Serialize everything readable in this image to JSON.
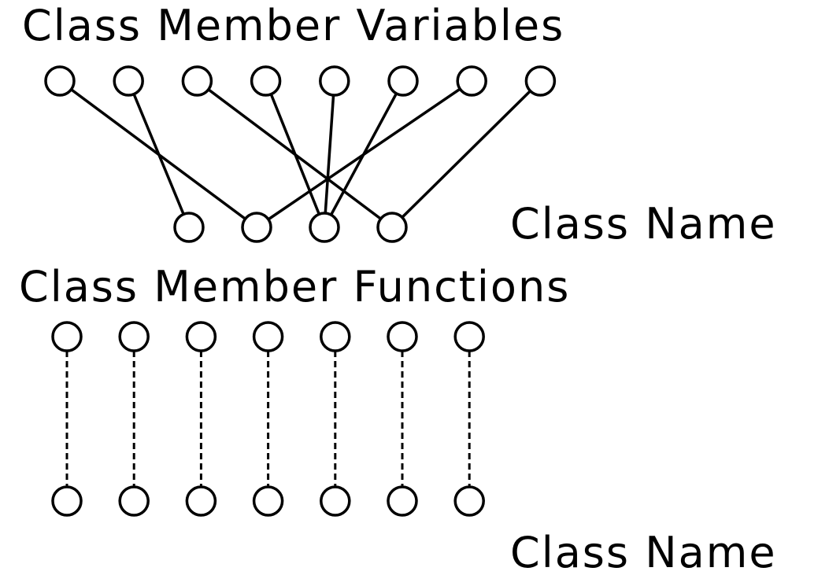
{
  "labels": {
    "member_variables": "Class Member Variables",
    "class_name_top": "Class Name",
    "member_functions": "Class Member Functions",
    "class_name_bottom": "Class Name"
  },
  "colors": {
    "ink": "#000000",
    "background": "#ffffff"
  },
  "graph_top": {
    "variable_count": 8,
    "name_count": 4,
    "edges": [
      [
        0,
        1
      ],
      [
        1,
        0
      ],
      [
        2,
        3
      ],
      [
        3,
        2
      ],
      [
        4,
        2
      ],
      [
        5,
        2
      ],
      [
        6,
        1
      ],
      [
        7,
        3
      ]
    ],
    "edge_style": "solid"
  },
  "graph_bottom": {
    "function_count": 7,
    "name_count": 7,
    "edges": [
      [
        0,
        0
      ],
      [
        1,
        1
      ],
      [
        2,
        2
      ],
      [
        3,
        3
      ],
      [
        4,
        4
      ],
      [
        5,
        5
      ],
      [
        6,
        6
      ]
    ],
    "edge_style": "dashed"
  }
}
